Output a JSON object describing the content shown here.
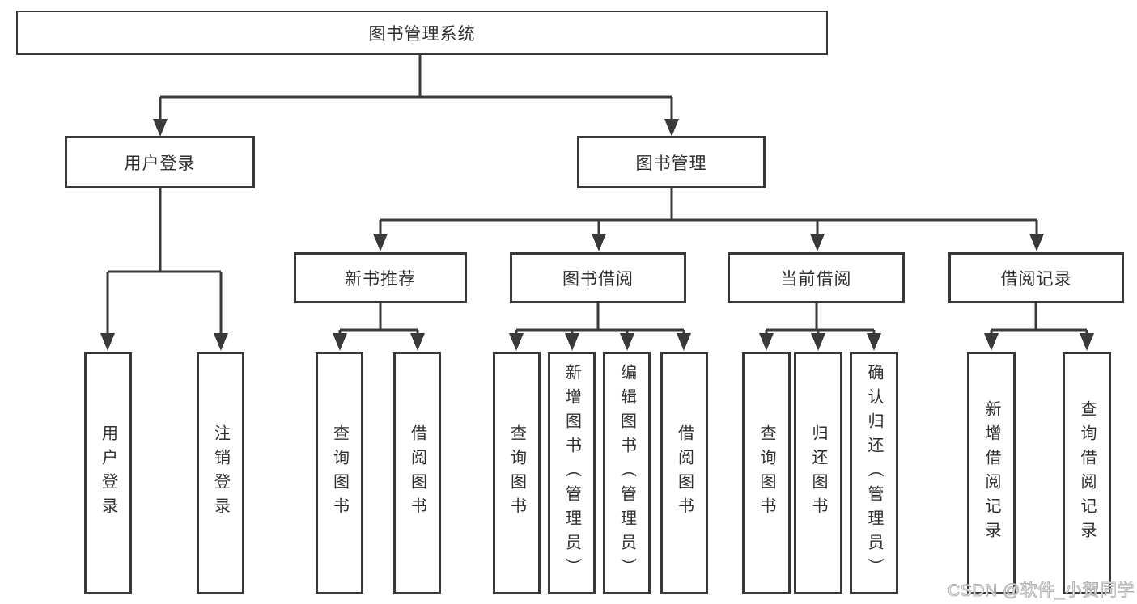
{
  "diagram_title": "图书管理系统",
  "colors": {
    "background": "#ffffff",
    "line": "#3a3a3a",
    "box_border": "#383838",
    "text": "#2f2f2f",
    "watermark_text": "#ffffff",
    "watermark_outline": "#b0b0b0"
  },
  "nodes": {
    "root": "图书管理系统",
    "user_login": "用户登录",
    "book_management": "图书管理",
    "new_book_recommend": "新书推荐",
    "book_borrowing": "图书借阅",
    "current_borrowing": "当前借阅",
    "borrowing_records": "借阅记录",
    "login": "用户登录",
    "logout": "注销登录",
    "recommend_query_books": "查询图书",
    "recommend_borrow_books": "借阅图书",
    "borrow_query_books": "查询图书",
    "borrow_add_books": "新增图书（管理员）",
    "borrow_edit_books": "编辑图书（管理员）",
    "borrow_borrow_books": "借阅图书",
    "current_query_books": "查询图书",
    "current_return_books": "归还图书",
    "current_confirm_return": "确认归还（管理员）",
    "records_add_record": "新增借阅记录",
    "records_query_record": "查询借阅记录"
  },
  "watermark": {
    "text": "CSDN @软件_小贺同学"
  },
  "tree": {
    "root": "图书管理系统",
    "children": [
      {
        "label": "用户登录",
        "children": [
          "用户登录",
          "注销登录"
        ]
      },
      {
        "label": "图书管理",
        "children": [
          {
            "label": "新书推荐",
            "children": [
              "查询图书",
              "借阅图书"
            ]
          },
          {
            "label": "图书借阅",
            "children": [
              "查询图书",
              "新增图书（管理员）",
              "编辑图书（管理员）",
              "借阅图书"
            ]
          },
          {
            "label": "当前借阅",
            "children": [
              "查询图书",
              "归还图书",
              "确认归还（管理员）"
            ]
          },
          {
            "label": "借阅记录",
            "children": [
              "新增借阅记录",
              "查询借阅记录"
            ]
          }
        ]
      }
    ]
  }
}
